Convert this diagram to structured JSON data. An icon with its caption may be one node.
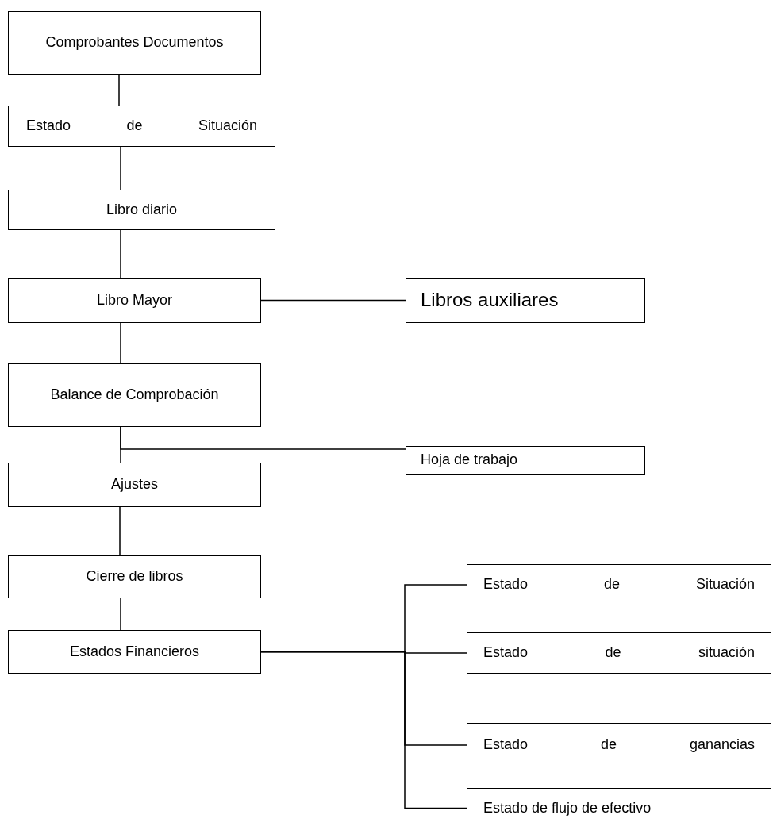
{
  "diagram": {
    "nodes": [
      {
        "text": [
          "Comprobantes Documentos"
        ]
      },
      {
        "text": [
          "Estado de Situación"
        ]
      },
      {
        "text": [
          "Libro diario"
        ]
      },
      {
        "text": [
          "Libro Mayor"
        ]
      },
      {
        "text": [
          "Libros auxiliares"
        ]
      },
      {
        "text": [
          "Balance de Comprobación"
        ]
      },
      {
        "text": [
          "Hoja de trabajo"
        ]
      },
      {
        "text": [
          "Ajustes"
        ]
      },
      {
        "text": [
          "Cierre de libros"
        ]
      },
      {
        "text": [
          "Estados Financieros"
        ]
      },
      {
        "text": [
          "Estado de Situación"
        ]
      },
      {
        "text": [
          "Estado de situación"
        ]
      },
      {
        "text": [
          "Estado de ganancias"
        ]
      },
      {
        "text": [
          "Estado de flujo de efectivo"
        ]
      }
    ],
    "edges": [
      {
        "from": 0,
        "to": 1,
        "arrow": "none"
      },
      {
        "from": 1,
        "to": 2,
        "arrow": "none"
      },
      {
        "from": 2,
        "to": 3,
        "arrow": "none"
      },
      {
        "from": 3,
        "to": 4,
        "arrow": "none"
      },
      {
        "from": 3,
        "to": 5,
        "arrow": "none"
      },
      {
        "from": 5,
        "to": 7,
        "arrow": "none"
      },
      {
        "from": 5,
        "to": 6,
        "arrow": "none"
      },
      {
        "from": 7,
        "to": 8,
        "arrow": "none"
      },
      {
        "from": 8,
        "to": 9,
        "arrow": "none"
      },
      {
        "from": 9,
        "to": 10,
        "arrow": "none"
      },
      {
        "from": 9,
        "to": 11,
        "arrow": "none"
      },
      {
        "from": 9,
        "to": 12,
        "arrow": "none"
      },
      {
        "from": 9,
        "to": 13,
        "arrow": "none"
      }
    ]
  }
}
